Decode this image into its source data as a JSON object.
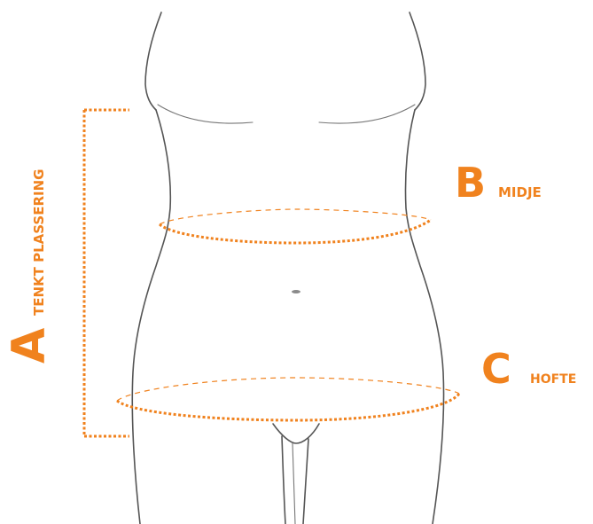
{
  "labels": {
    "a": {
      "letter": "A",
      "text": "TENKT PLASSERING"
    },
    "b": {
      "letter": "B",
      "text": "MIDJE"
    },
    "c": {
      "letter": "C",
      "text": "HOFTE"
    }
  },
  "colors": {
    "accent": "#f0821e",
    "outline": "#555555",
    "background": "#ffffff"
  }
}
